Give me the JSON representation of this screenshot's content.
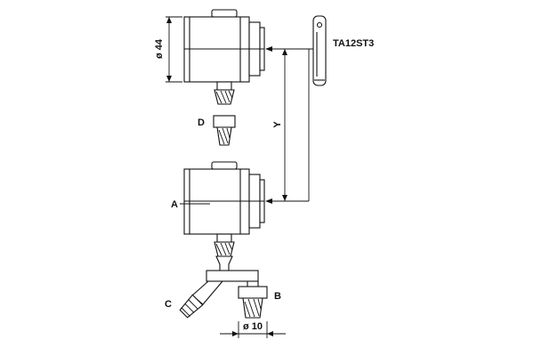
{
  "diagram": {
    "type": "technical-drawing",
    "subject": "valve-trap-assembly-with-hose-connectors",
    "background": "#ffffff",
    "line_color": "#111111",
    "labels": {
      "dim_diameter_top": "ø 44",
      "model_code": "TA12ST3",
      "part_d": "D",
      "dim_y": "Y",
      "part_a": "A",
      "part_c": "C",
      "part_b": "B",
      "dim_diameter_bottom": "ø 10"
    }
  }
}
